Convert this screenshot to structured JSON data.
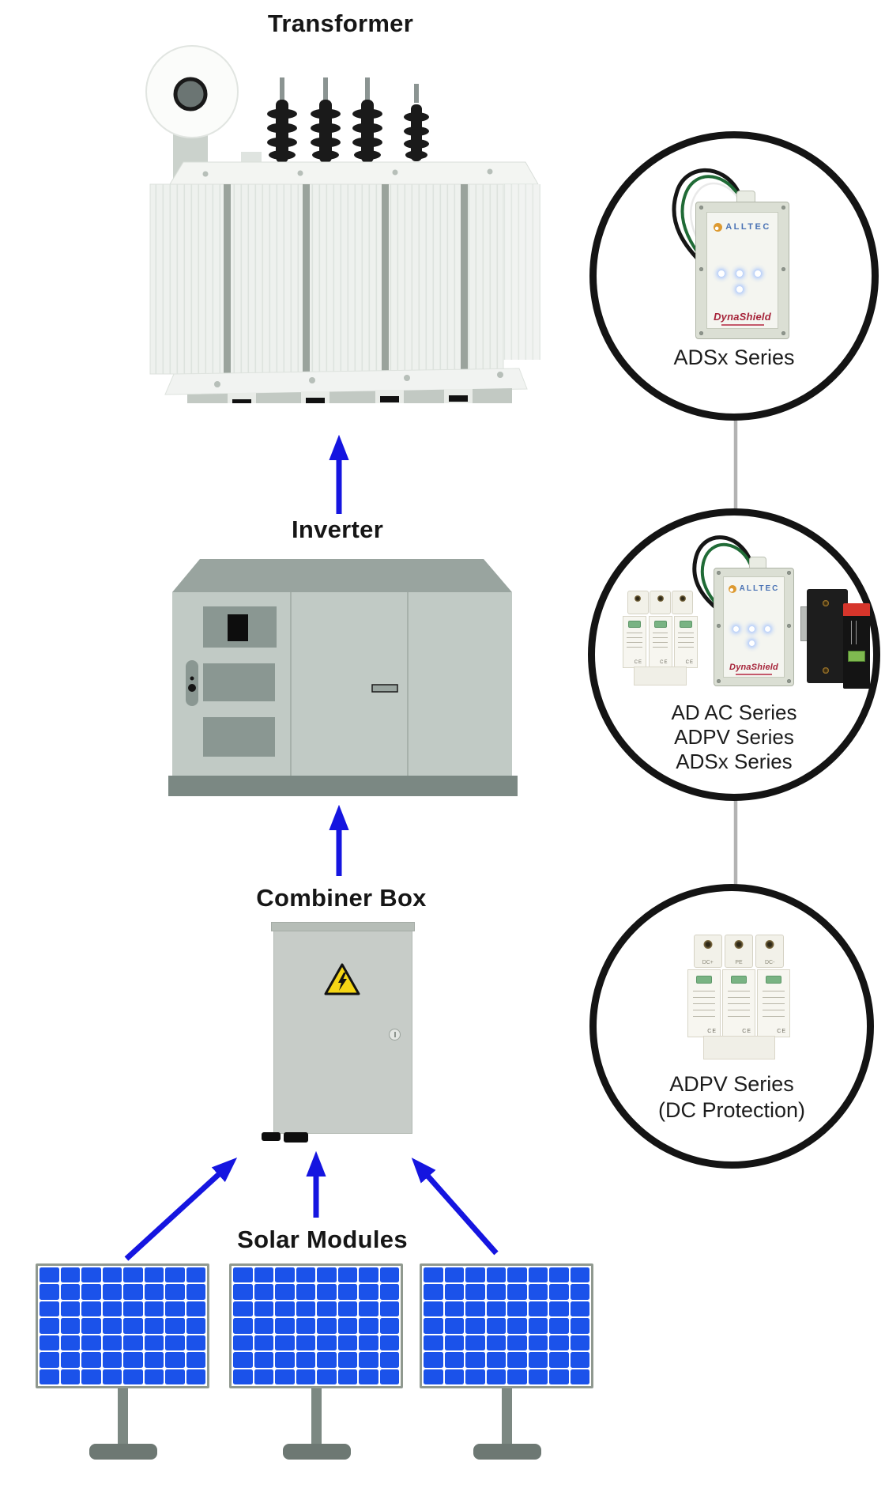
{
  "flow_labels": {
    "transformer": "Transformer",
    "inverter": "Inverter",
    "combiner_box": "Combiner Box",
    "solar_modules": "Solar Modules"
  },
  "callouts": {
    "top": {
      "lines": [
        "ADSx Series"
      ]
    },
    "middle": {
      "lines": [
        "AD AC Series",
        "ADPV Series",
        "ADSx Series"
      ]
    },
    "bottom": {
      "lines": [
        "ADPV Series",
        "(DC Protection)"
      ]
    }
  },
  "devices": {
    "dynashield": {
      "brand": "ALLTEC",
      "product": "DynaShield"
    },
    "dc_spd": {
      "terminal_labels": [
        "DC+",
        "PE",
        "DC-"
      ],
      "ce_mark": "CE"
    }
  },
  "colors": {
    "arrow_blue": "#1515e0",
    "solar_panel_blue": "#1b52ea",
    "circle_stroke": "#141414",
    "connector_gray": "#b3b3b3",
    "warning_yellow": "#f5d515"
  }
}
